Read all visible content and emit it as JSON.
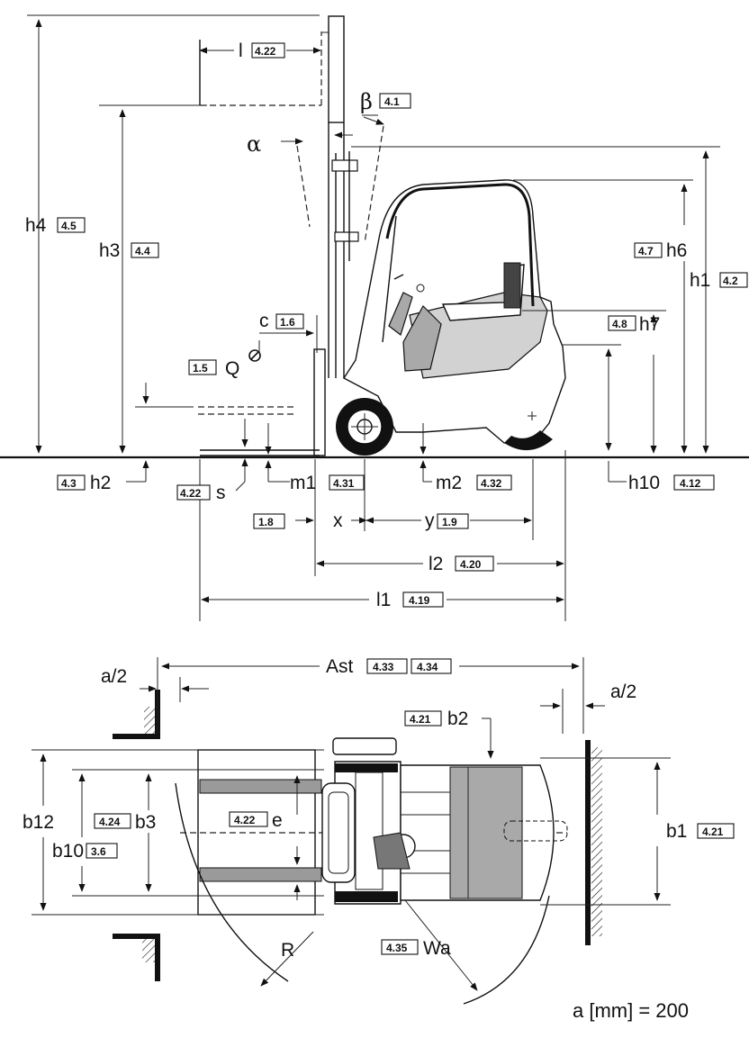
{
  "side_view": {
    "labels": {
      "l": "l",
      "l_ref": "4.22",
      "beta": "β",
      "beta_ref": "4.1",
      "alpha": "α",
      "h4": "h4",
      "h4_ref": "4.5",
      "h3": "h3",
      "h3_ref": "4.4",
      "h6": "h6",
      "h6_ref": "4.7",
      "h1": "h1",
      "h1_ref": "4.2",
      "c": "c",
      "c_ref": "1.6",
      "q": "Q",
      "q_ref": "1.5",
      "h7": "h7",
      "h7_ref": "4.8",
      "h2": "h2",
      "h2_ref": "4.3",
      "s": "s",
      "s_ref": "4.22",
      "m1": "m1",
      "m1_ref": "4.31",
      "m2": "m2",
      "m2_ref": "4.32",
      "h10": "h10",
      "h10_ref": "4.12",
      "x": "x",
      "x_ref": "1.8",
      "y": "y",
      "y_ref": "1.9",
      "l2": "l2",
      "l2_ref": "4.20",
      "l1": "l1",
      "l1_ref": "4.19"
    }
  },
  "top_view": {
    "labels": {
      "a2_left": "a/2",
      "ast": "Ast",
      "ast_ref1": "4.33",
      "ast_ref2": "4.34",
      "a2_right": "a/2",
      "b2": "b2",
      "b2_ref": "4.21",
      "b12": "b12",
      "b3": "b3",
      "b3_ref": "4.24",
      "b10": "b10",
      "b10_ref": "3.6",
      "e": "e",
      "e_ref": "4.22",
      "b1": "b1",
      "b1_ref": "4.21",
      "r": "R",
      "wa": "Wa",
      "wa_ref": "4.35"
    }
  },
  "footer_note": "a [mm] = 200"
}
